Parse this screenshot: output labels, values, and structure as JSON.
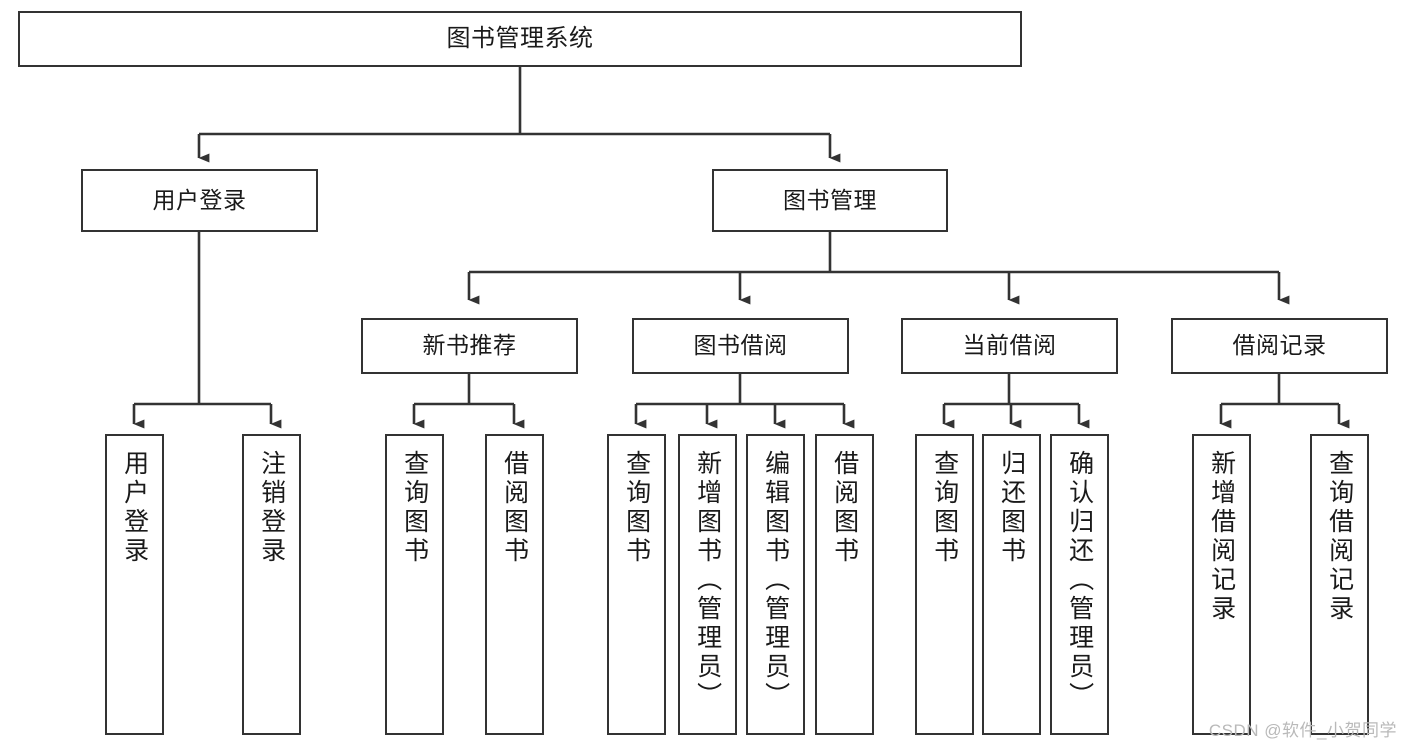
{
  "diagram": {
    "title": "图书管理系统",
    "type": "tree-hierarchy",
    "colors": {
      "node_border": "#333333",
      "node_fill": "#ffffff",
      "connector": "#333333",
      "text": "#1a1a1a",
      "watermark": "#b9b9b9"
    },
    "watermark": "CSDN @软件_小贺同学",
    "levels": {
      "root": {
        "label": "图书管理系统"
      },
      "level2": [
        {
          "label": "用户登录"
        },
        {
          "label": "图书管理"
        }
      ],
      "level3": [
        {
          "label": "新书推荐"
        },
        {
          "label": "图书借阅"
        },
        {
          "label": "当前借阅"
        },
        {
          "label": "借阅记录"
        }
      ],
      "leaves": {
        "user_login": [
          {
            "label": "用户登录"
          },
          {
            "label": "注销登录"
          }
        ],
        "new_book_recommend": [
          {
            "label": "查询图书"
          },
          {
            "label": "借阅图书"
          }
        ],
        "book_borrow": [
          {
            "label": "查询图书"
          },
          {
            "label": "新增图书（管理员）"
          },
          {
            "label": "编辑图书（管理员）"
          },
          {
            "label": "借阅图书"
          }
        ],
        "current_borrow": [
          {
            "label": "查询图书"
          },
          {
            "label": "归还图书"
          },
          {
            "label": "确认归还（管理员）"
          }
        ],
        "borrow_record": [
          {
            "label": "新增借阅记录"
          },
          {
            "label": "查询借阅记录"
          }
        ]
      }
    }
  }
}
